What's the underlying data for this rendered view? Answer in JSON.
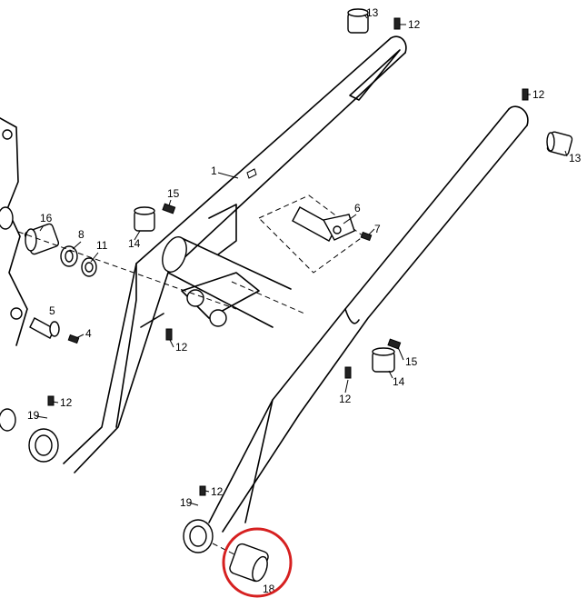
{
  "callouts": {
    "c1": "1",
    "c4": "4",
    "c5": "5",
    "c6": "6",
    "c7": "7",
    "c8": "8",
    "c11": "11",
    "c12": "12",
    "c13": "13",
    "c14": "14",
    "c15": "15",
    "c16": "16",
    "c18": "18",
    "c19": "19"
  },
  "highlight": {
    "color": "#d62020",
    "target_callout": "18"
  }
}
